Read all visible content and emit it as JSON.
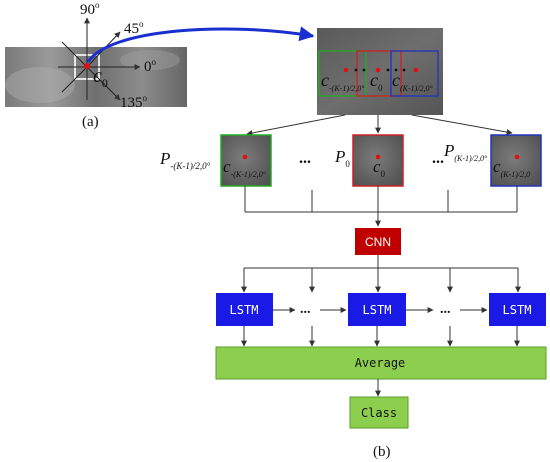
{
  "panel_a": {
    "angles": {
      "a90": "90",
      "a45": "45",
      "a0": "0",
      "a135": "135",
      "deg": "o"
    },
    "center": {
      "letter": "c",
      "sub": "0"
    },
    "caption": "(a)"
  },
  "patches_strip": {
    "left": {
      "letter": "c",
      "sub": "-(K-1)/2,0°"
    },
    "mid": {
      "letter": "c",
      "sub": "0"
    },
    "right": {
      "letter": "c",
      "sub": "(K-1)/2,0°"
    }
  },
  "patches": {
    "left": {
      "p_letter": "P",
      "p_sub": "-(K-1)/2,0°",
      "c_letter": "c",
      "c_sub": "-(K-1)/2,0°"
    },
    "mid": {
      "p_letter": "P",
      "p_sub": "0",
      "c_letter": "c",
      "c_sub": "0"
    },
    "right": {
      "p_letter": "P",
      "p_sub": "(K-1)/2,0°",
      "c_letter": "c",
      "c_sub": "(K-1)/2,0"
    },
    "ellipsis": "..."
  },
  "network": {
    "cnn": "CNN",
    "lstm": [
      "LSTM",
      "LSTM",
      "LSTM"
    ],
    "ellipsis": "...",
    "average": "Average",
    "class": "Class"
  },
  "caption_b": "(b)",
  "colors": {
    "green_border": "#22aa22",
    "red_border": "#cc2222",
    "blue_border": "#2233bb",
    "cnn_fill": "#c00000",
    "lstm_fill": "#1a1ae6",
    "box_green": "#8ccf4f",
    "arrow_blue": "#1a2fd0"
  }
}
